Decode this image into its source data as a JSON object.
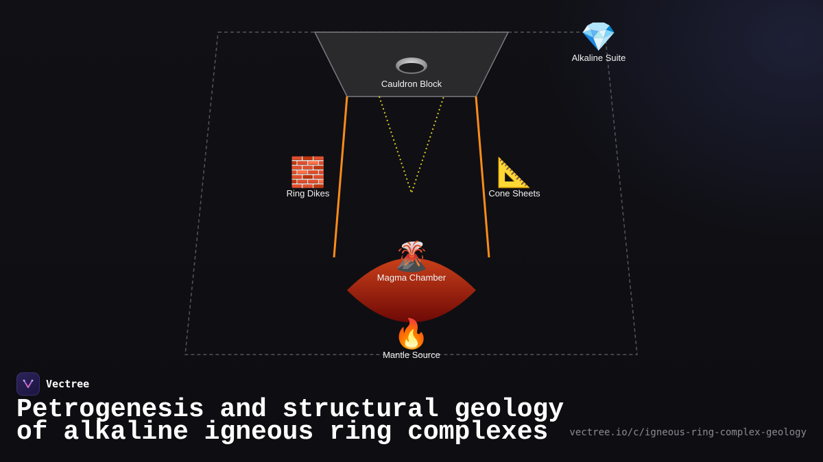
{
  "diagram": {
    "nodes": [
      {
        "id": "cauldron",
        "label": "Cauldron Block",
        "icon": "stone-disc-icon"
      },
      {
        "id": "alkaline",
        "label": "Alkaline Suite",
        "icon": "gem-icon",
        "emoji": "💎"
      },
      {
        "id": "ringdikes",
        "label": "Ring Dikes",
        "icon": "brick-icon",
        "emoji": "🧱"
      },
      {
        "id": "conesheets",
        "label": "Cone Sheets",
        "icon": "triangle-ruler-icon",
        "emoji": "📐"
      },
      {
        "id": "magma",
        "label": "Magma Chamber",
        "icon": "volcano-icon",
        "emoji": "🌋"
      },
      {
        "id": "mantle",
        "label": "Mantle Source",
        "icon": "fire-icon",
        "emoji": "🔥"
      }
    ],
    "colors": {
      "ring_dike": "#ff8c1a",
      "cone_sheet": "#e8d21c",
      "frame": "#5a5a62",
      "block_fill": "#2b2b2e",
      "magma_top": "#c23a14",
      "magma_bottom": "#7a0c08"
    }
  },
  "footer": {
    "brand": "Vectree",
    "title_line1": "Petrogenesis and structural geology",
    "title_line2": "of alkaline igneous ring complexes",
    "url": "vectree.io/c/igneous-ring-complex-geology"
  }
}
